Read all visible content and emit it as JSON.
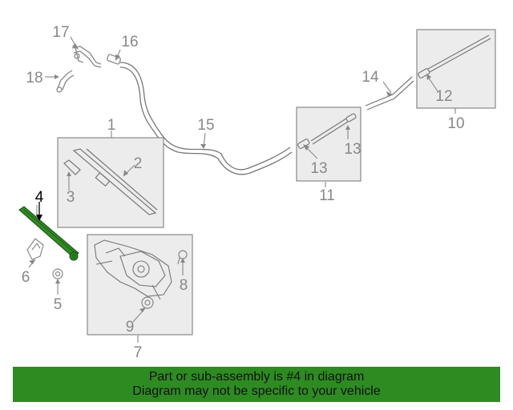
{
  "diagram": {
    "highlight_color": "#2e8b22",
    "callouts": {
      "c1": "1",
      "c2": "2",
      "c3": "3",
      "c4": "4",
      "c5": "5",
      "c6": "6",
      "c7": "7",
      "c8": "8",
      "c9": "9",
      "c10": "10",
      "c11": "11",
      "c12": "12",
      "c13a": "13",
      "c13b": "13",
      "c14": "14",
      "c15": "15",
      "c16": "16",
      "c17": "17",
      "c18": "18"
    }
  },
  "banner": {
    "line1": "Part or sub-assembly is #4 in diagram",
    "line2": "Diagram may not be specific to your vehicle"
  }
}
